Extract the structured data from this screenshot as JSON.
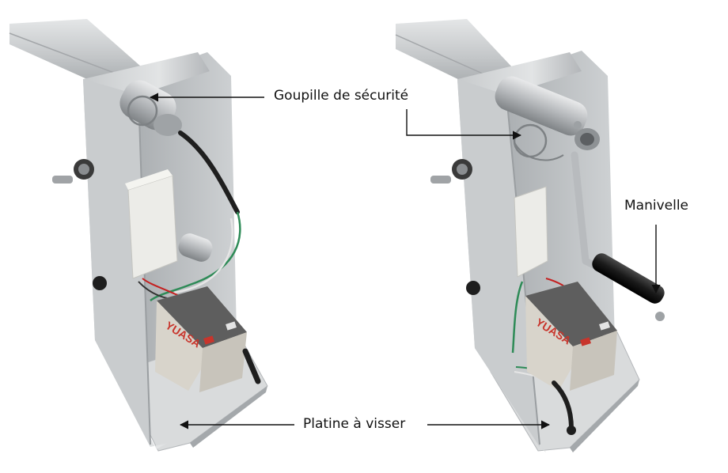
{
  "labels": {
    "goupille": "Goupille de sécurité",
    "manivelle": "Manivelle",
    "platine": "Platine à visser"
  },
  "battery_brand": "YUASA",
  "colors": {
    "metal_light": "#d6d8da",
    "metal_mid": "#b9bcbf",
    "metal_dark": "#8f9396",
    "rail": "#cfd2d4",
    "box": "#eeeeea",
    "battery_body": "#dad6ce",
    "battery_top": "#5b5b5b",
    "brand_red": "#c8352c",
    "handle": "#1d1d1d",
    "wire_red": "#c42020",
    "wire_green": "#2e8b57",
    "arrow": "#111111"
  }
}
